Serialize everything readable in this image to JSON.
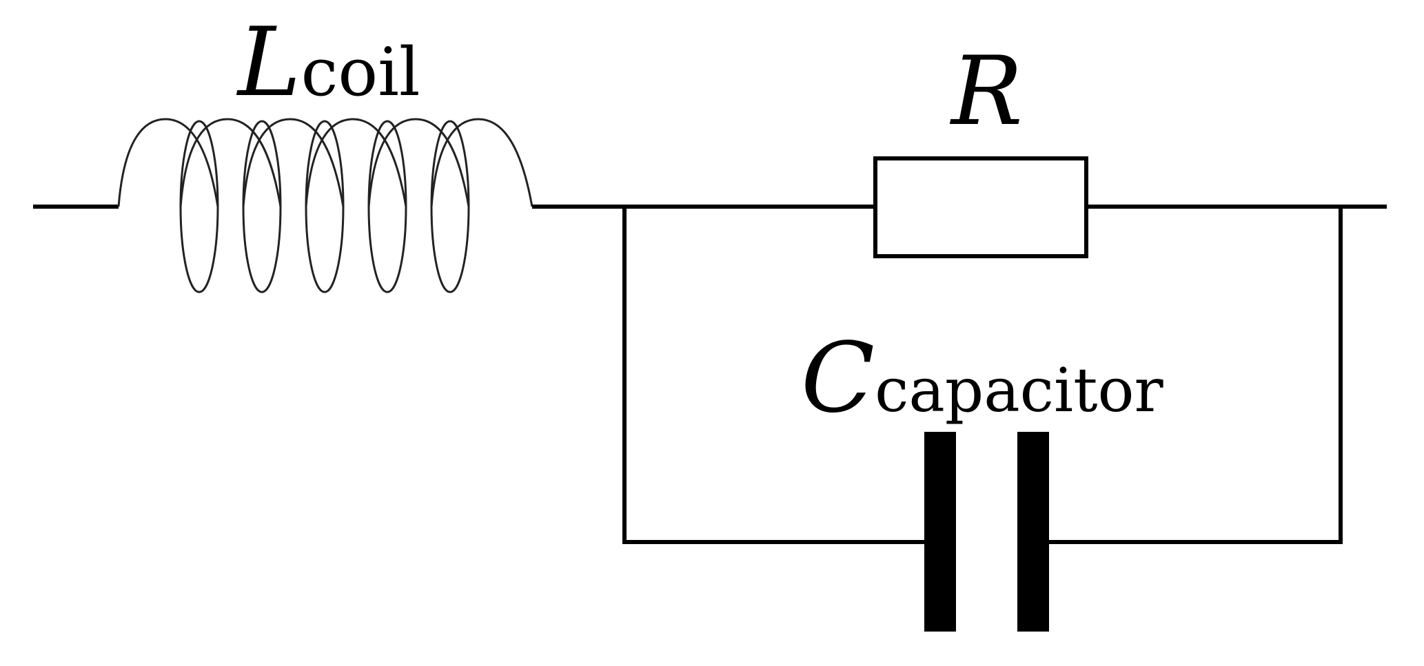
{
  "diagram": {
    "labels": {
      "inductor": {
        "symbol": "L",
        "subscript": "coil"
      },
      "resistor": {
        "symbol": "R"
      },
      "capacitor": {
        "symbol": "C",
        "subscript": "capacitor"
      }
    },
    "colors": {
      "wire": "#000000",
      "background": "#ffffff"
    }
  }
}
